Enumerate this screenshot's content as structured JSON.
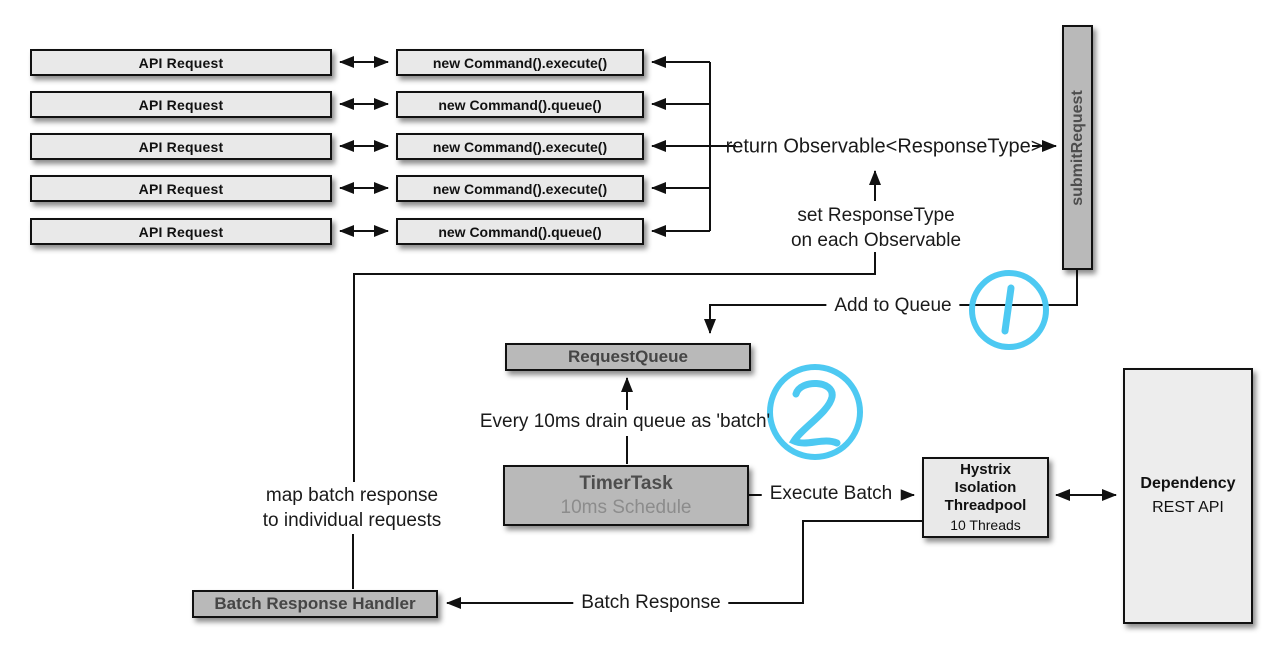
{
  "colors": {
    "box_light": "#e9e9e9",
    "box_dark": "#b9b9b9",
    "border": "#111111",
    "annotation_cyan": "#4dc9f2",
    "muted_text": "#8c8c8c"
  },
  "api_requests": [
    {
      "label": "API Request"
    },
    {
      "label": "API Request"
    },
    {
      "label": "API Request"
    },
    {
      "label": "API Request"
    },
    {
      "label": "API Request"
    }
  ],
  "commands": [
    {
      "label": "new Command().execute()"
    },
    {
      "label": "new Command().queue()"
    },
    {
      "label": "new Command().execute()"
    },
    {
      "label": "new Command().execute()"
    },
    {
      "label": "new Command().queue()"
    }
  ],
  "nodes": {
    "submit_request": {
      "label": "submitRequest"
    },
    "request_queue": {
      "label": "RequestQueue"
    },
    "timer_task": {
      "title": "TimerTask",
      "subtitle": "10ms Schedule"
    },
    "hystrix_pool": {
      "line1": "Hystrix",
      "line2": "Isolation",
      "line3": "Threadpool",
      "line4": "10 Threads"
    },
    "dependency": {
      "title": "Dependency",
      "subtitle": "REST API"
    },
    "batch_response_handler": {
      "label": "Batch Response Handler"
    }
  },
  "labels": {
    "return_observable": "return Observable<ResponseType>",
    "set_response_type_line1": "set ResponseType",
    "set_response_type_line2": "on each Observable",
    "add_to_queue": "Add to Queue",
    "every_10ms": "Every 10ms drain queue as 'batch'",
    "execute_batch": "Execute Batch",
    "batch_response": "Batch Response",
    "map_batch_line1": "map batch response",
    "map_batch_line2": "to individual requests"
  },
  "annotations": {
    "step1": "1",
    "step2": "2"
  }
}
